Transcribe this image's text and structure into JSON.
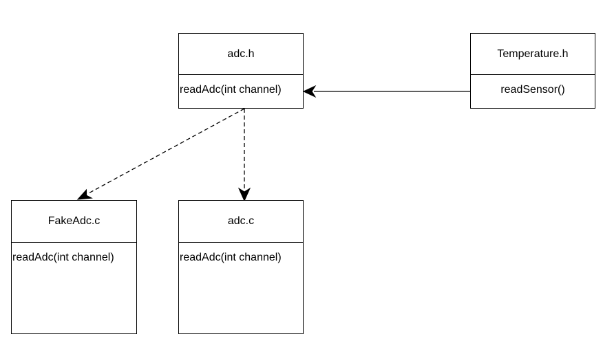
{
  "diagram": {
    "nodes": {
      "adc_h": {
        "title": "adc.h",
        "members": [
          "readAdc(int channel)"
        ]
      },
      "temperature_h": {
        "title": "Temperature.h",
        "members": [
          "readSensor()"
        ]
      },
      "fake_adc_c": {
        "title": "FakeAdc.c",
        "members": [
          "readAdc(int channel)"
        ]
      },
      "adc_c": {
        "title": "adc.c",
        "members": [
          "readAdc(int channel)"
        ]
      }
    },
    "edges": [
      {
        "from": "temperature_h",
        "to": "adc_h",
        "style": "solid",
        "arrow": "filled"
      },
      {
        "from": "adc_h",
        "to": "fake_adc_c",
        "style": "dashed",
        "arrow": "filled"
      },
      {
        "from": "adc_h",
        "to": "adc_c",
        "style": "dashed",
        "arrow": "filled"
      }
    ],
    "colors": {
      "line": "#000000",
      "background": "#ffffff"
    }
  }
}
